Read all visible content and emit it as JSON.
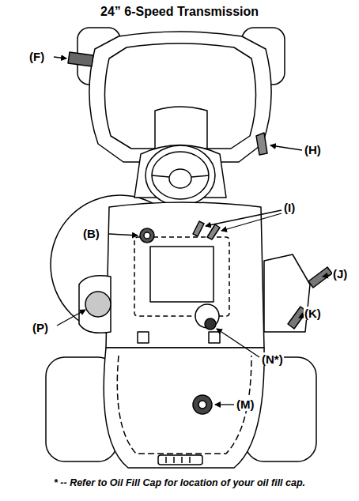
{
  "diagram": {
    "title": "24” 6-Speed Transmission",
    "caption": "* -- Refer to Oil Fill Cap for location of your oil fill cap.",
    "labels": [
      "(F)",
      "(H)",
      "(B)",
      "(I)",
      "(J)",
      "(K)",
      "(P)",
      "(N*)",
      "(M)"
    ]
  }
}
